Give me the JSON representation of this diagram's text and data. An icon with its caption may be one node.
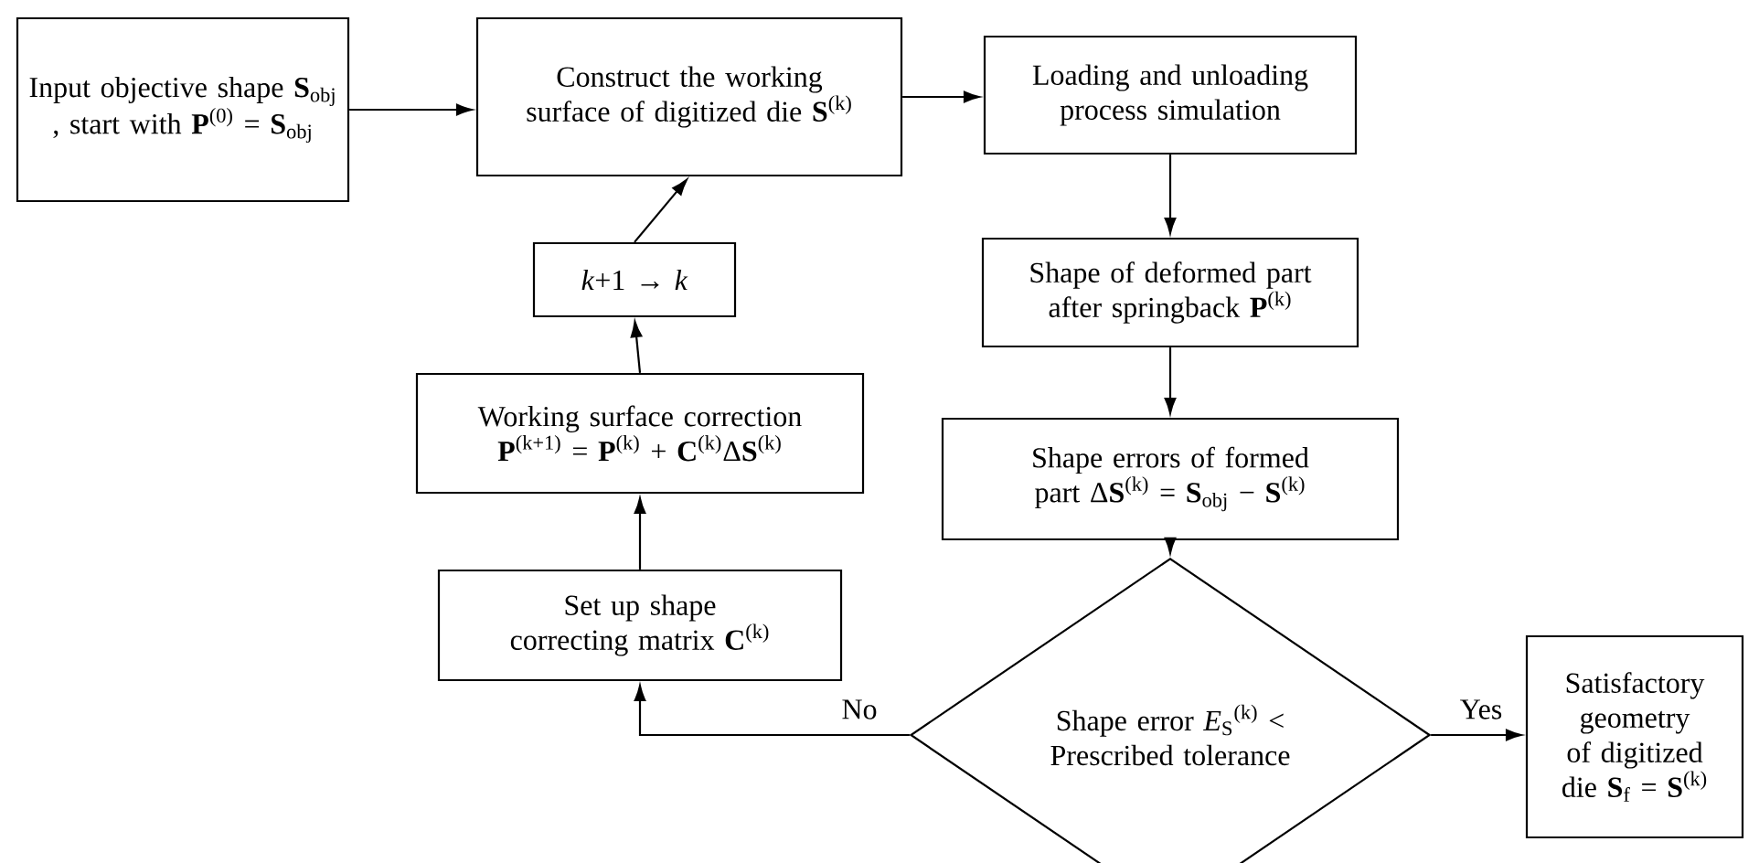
{
  "diagram": {
    "nodes": [
      {
        "text": [
          "Input objective shape **S**$_{obj}$ , start with **P**$^{(0)}$ = **S**$_{obj}$"
        ]
      },
      {
        "text": [
          "Construct the working surface of digitized die **S**$^{(k)}$"
        ]
      },
      {
        "text": [
          "Loading and unloading process simulation"
        ]
      },
      {
        "text": [
          "Shape of deformed part after springback **P**$^{(k)}$"
        ]
      },
      {
        "text": [
          "Shape errors of formed part Δ**S**$^{(k)}$ = **S**$_{obj}$ − **S**$^{(k)}$"
        ]
      },
      {
        "text": [
          "Shape error *E*$_{S}$$^{(k)}$ < Prescribed tolerance"
        ]
      },
      {
        "text": [
          "Satisfactory geometry of digitized die **S**$_{f}$ = **S**$^{(k)}$"
        ]
      },
      {
        "text": [
          "Set up shape correcting matrix **C**$^{(k)}$"
        ]
      },
      {
        "text": [
          "Working surface correction **P**$^{(k+1)}$ = **P**$^{(k)}$ + **C**$^{(k)}$Δ**S**$^{(k)}$"
        ]
      },
      {
        "text": [
          "*k*+1 → *k*"
        ]
      }
    ],
    "edges": [
      {
        "from": 0,
        "to": 1,
        "arrow": "to"
      },
      {
        "from": 1,
        "to": 2,
        "arrow": "to"
      },
      {
        "from": 2,
        "to": 3,
        "arrow": "to"
      },
      {
        "from": 3,
        "to": 4,
        "arrow": "to"
      },
      {
        "from": 4,
        "to": 5,
        "arrow": "to"
      },
      {
        "from": 5,
        "to": 6,
        "arrow": "to",
        "label": "Yes"
      },
      {
        "from": 5,
        "to": 7,
        "arrow": "to",
        "label": "No"
      },
      {
        "from": 7,
        "to": 8,
        "arrow": "to"
      },
      {
        "from": 8,
        "to": 9,
        "arrow": "to"
      },
      {
        "from": 9,
        "to": 1,
        "arrow": "to"
      }
    ]
  }
}
